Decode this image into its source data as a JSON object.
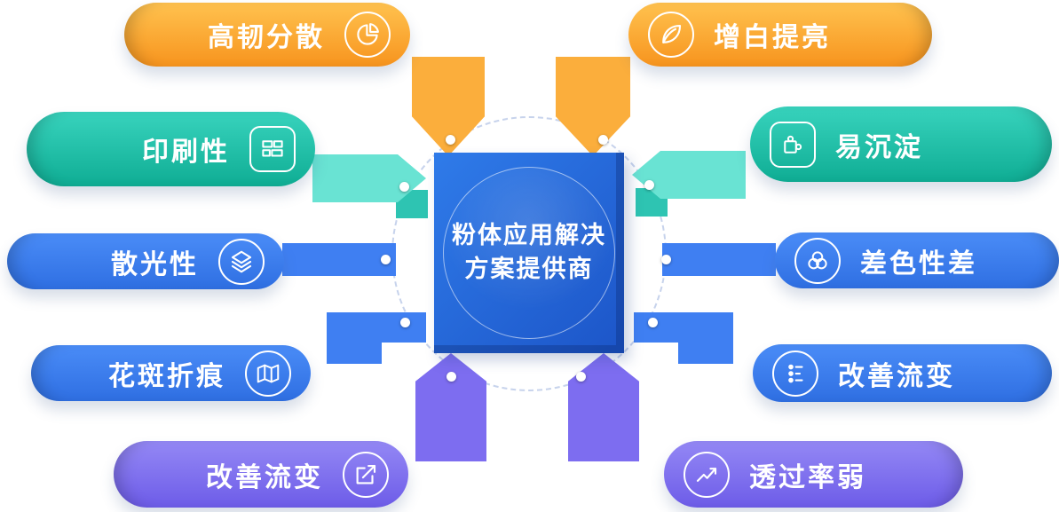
{
  "center": {
    "title_line1": "粉体应用解决",
    "title_line2": "方案提供商"
  },
  "left_items": [
    {
      "label": "高韧分散",
      "icon": "pie-chart-icon"
    },
    {
      "label": "印刷性",
      "icon": "print-plates-icon"
    },
    {
      "label": "散光性",
      "icon": "layers-icon"
    },
    {
      "label": "花斑折痕",
      "icon": "folded-map-icon"
    },
    {
      "label": "改善流变",
      "icon": "trend-edit-icon"
    }
  ],
  "right_items": [
    {
      "label": "增白提亮",
      "icon": "leaf-icon"
    },
    {
      "label": "易沉淀",
      "icon": "puzzle-icon"
    },
    {
      "label": "差色性差",
      "icon": "overlapping-circles-icon"
    },
    {
      "label": "改善流变",
      "icon": "sliders-icon"
    },
    {
      "label": "透过率弱",
      "icon": "chart-line-icon"
    }
  ],
  "colors": {
    "orange_light": "#FFC24F",
    "orange_dark": "#F7941E",
    "teal_light": "#38D3BD",
    "teal_dark": "#0FAD94",
    "blue_light": "#4A8CF7",
    "blue_dark": "#2F6FE2",
    "purple_light": "#9488F5",
    "purple_dark": "#6D5CE8",
    "ribbon_orange": "#FBAE3C",
    "ribbon_teal": "#69E3D3",
    "ribbon_teal_dark": "#2EC4B2",
    "ribbon_blue": "#3F7FF2",
    "ribbon_purple": "#7D6DF0",
    "center_blue_light": "#2F7BE9",
    "center_blue_dark": "#1C55C8",
    "dashed_circle": "#C7D3EC"
  }
}
